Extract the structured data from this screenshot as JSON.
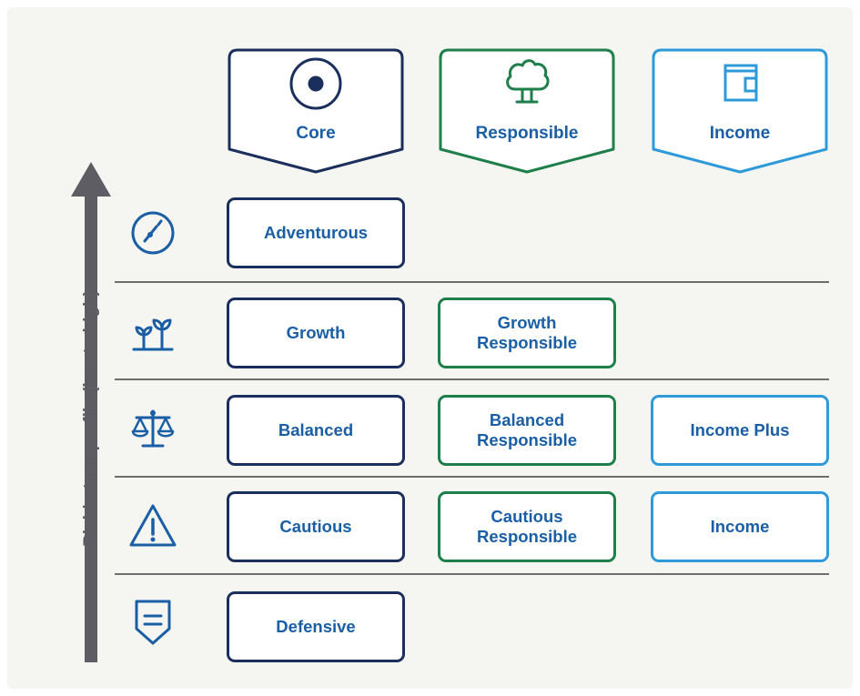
{
  "axis": {
    "label": "Risk/return profile (low to high)",
    "color": "#5c5c63"
  },
  "colors": {
    "navy": "#1b2f5c",
    "green": "#1e7f4a",
    "lightblue": "#2e9ad9",
    "text": "#1a5fa6",
    "background": "#f5f5f1"
  },
  "columns": [
    {
      "label": "Core",
      "icon": "target-icon"
    },
    {
      "label": "Responsible",
      "icon": "tree-icon"
    },
    {
      "label": "Income",
      "icon": "wallet-icon"
    }
  ],
  "rows": [
    {
      "icon": "compass-icon",
      "core": "Adventurous"
    },
    {
      "icon": "sprout-icon",
      "core": "Growth",
      "responsible": [
        "Growth",
        "Responsible"
      ]
    },
    {
      "icon": "scales-icon",
      "core": "Balanced",
      "responsible": [
        "Balanced",
        "Responsible"
      ],
      "income": "Income Plus"
    },
    {
      "icon": "warning-icon",
      "core": "Cautious",
      "responsible": [
        "Cautious",
        "Responsible"
      ],
      "income": "Income"
    },
    {
      "icon": "shield-icon",
      "core": "Defensive"
    }
  ]
}
